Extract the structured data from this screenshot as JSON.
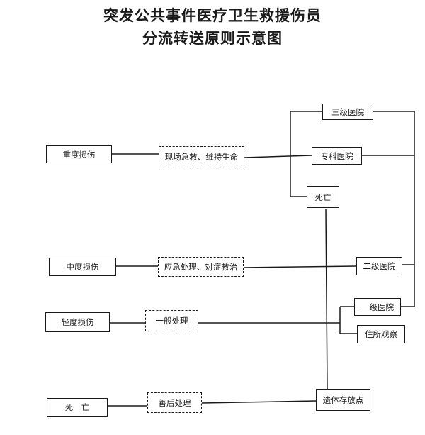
{
  "title": {
    "line1": "突发公共事件医疗卫生救援伤员",
    "line2": "分流转送原则示意图"
  },
  "severity": {
    "severe": "重度损伤",
    "moderate": "中度损伤",
    "minor": "轻度损伤",
    "death": "死　亡"
  },
  "actions": {
    "severe": "现场急救、维持生命",
    "moderate": "应急处理、对症救治",
    "minor": "一般处理",
    "death": "善后处理"
  },
  "destinations": {
    "tertiary_hospital": "三级医院",
    "specialty_hospital": "专科医院",
    "death": "死亡",
    "secondary_hospital": "二级医院",
    "primary_hospital": "一级医院",
    "home_observation": "住所观察",
    "remains_storage": "遗体存放点"
  }
}
